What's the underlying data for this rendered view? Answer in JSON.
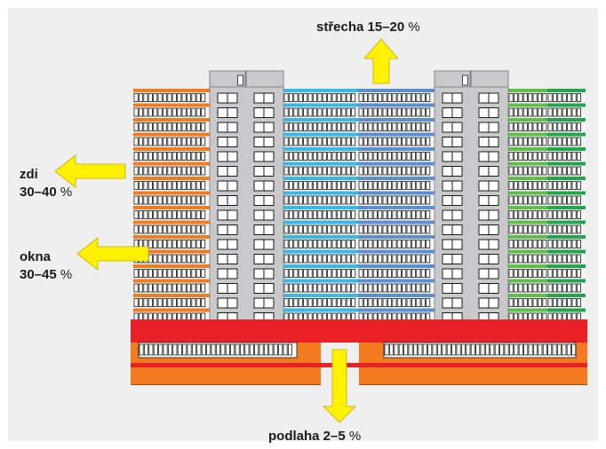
{
  "labels": {
    "roof": {
      "text": "střecha 15–20",
      "unit": "%"
    },
    "walls": {
      "line1": "zdi",
      "line2": "30–40",
      "unit": "%"
    },
    "windows": {
      "line1": "okna",
      "line2": "30–45",
      "unit": "%"
    },
    "floor": {
      "text": "podlaha 2–5",
      "unit": "%"
    }
  },
  "colors": {
    "background": "#efefef",
    "orange": "#f47a20",
    "cyan": "#36b8e8",
    "blue": "#5b8fd4",
    "green": "#5cbf48",
    "greenDark": "#22a64a",
    "gray": "#c9c9cb",
    "red": "#ea2027",
    "arrow": "#fff200"
  }
}
